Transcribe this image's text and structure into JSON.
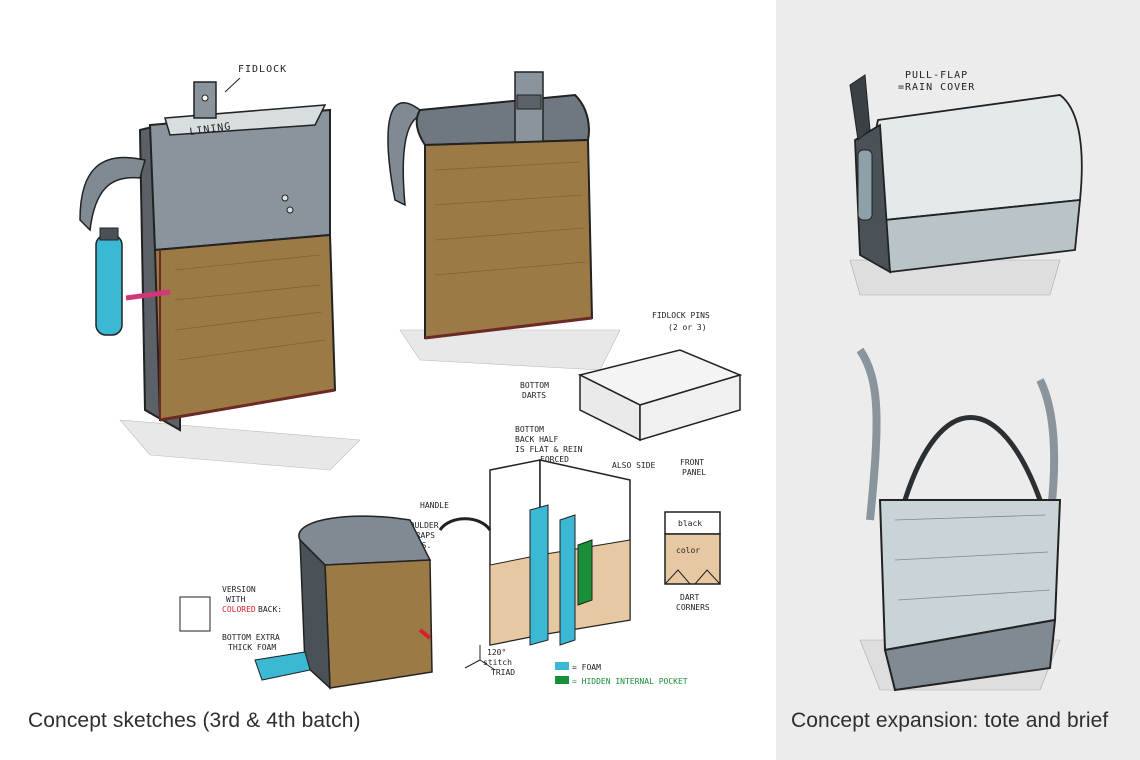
{
  "captions": {
    "left": "Concept sketches (3rd & 4th batch)",
    "right": "Concept expansion: tote and brief"
  },
  "annotations": {
    "fidlock": "FIDLOCK",
    "lining": "LINING",
    "pull_flap_1": "PULL-FLAP",
    "pull_flap_2": "=RAIN COVER",
    "fidlock_pins_1": "FIDLOCK PINS",
    "fidlock_pins_2": "(2 or 3)",
    "bottom_darts_1": "BOTTOM",
    "bottom_darts_2": "DARTS",
    "bottom_back_1": "BOTTOM",
    "bottom_back_2": "BACK HALF",
    "bottom_back_3": "IS FLAT & REIN",
    "bottom_back_4": "FORCED",
    "also_side": "ALSO SIDE",
    "front_panel_1": "FRONT",
    "front_panel_2": "PANEL",
    "handle": "HANDLE",
    "shoulder_1": "SHOULDER",
    "shoulder_2": "STRAPS",
    "shoulder_3": "ASS.",
    "black": "black",
    "color": "color",
    "dart_corners_1": "DART",
    "dart_corners_2": "CORNERS",
    "version_1": "VERSION",
    "version_2": "WITH",
    "version_3": "COLORED",
    "version_4": "BACK:",
    "bottom_foam_1": "BOTTOM EXTRA",
    "bottom_foam_2": "THICK FOAM",
    "stitch_1": "120°",
    "stitch_2": "stitch",
    "stitch_3": "TRIAD",
    "foam_legend": "= FOAM",
    "pocket_legend": "= HIDDEN INTERNAL POCKET"
  },
  "colors": {
    "tan": "#9b7a45",
    "slate": "#7f8a93",
    "cyan": "#3bb8d4",
    "magenta": "#d2357a",
    "sand": "#e6c9a2",
    "green": "#1a8f3a"
  }
}
